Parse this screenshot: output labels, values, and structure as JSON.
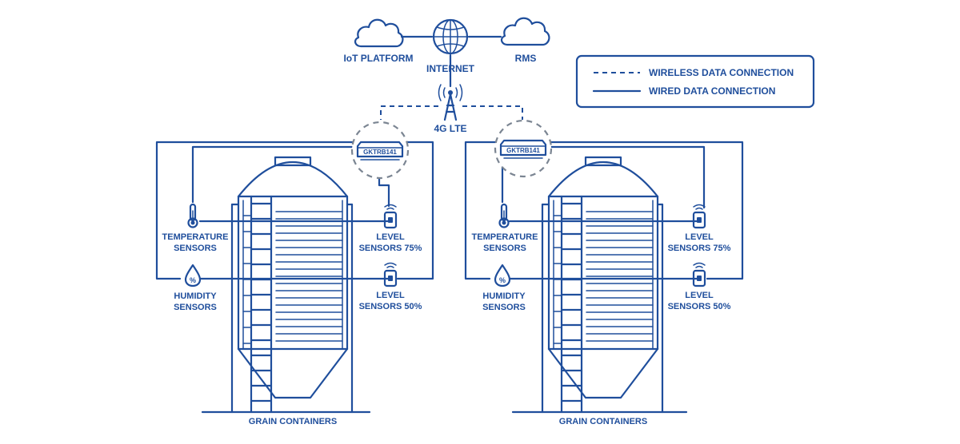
{
  "colors": {
    "primary": "#1f4e9c",
    "ring": "#7b8592",
    "background": "#ffffff"
  },
  "top": {
    "iot_label": "IoT PLATFORM",
    "internet_label": "INTERNET",
    "rms_label": "RMS",
    "lte_label": "4G LTE"
  },
  "legend": {
    "wireless_label": "WIRELESS DATA CONNECTION",
    "wired_label": "WIRED DATA CONNECTION"
  },
  "sites": [
    {
      "device_label": "GKTRB141",
      "temp_line1": "TEMPERATURE",
      "temp_line2": "SENSORS",
      "hum_line1": "HUMIDITY",
      "hum_line2": "SENSORS",
      "level75_line1": "LEVEL",
      "level75_line2": "SENSORS 75%",
      "level50_line1": "LEVEL",
      "level50_line2": "SENSORS 50%",
      "caption": "GRAIN CONTAINERS"
    },
    {
      "device_label": "GKTRB141",
      "temp_line1": "TEMPERATURE",
      "temp_line2": "SENSORS",
      "hum_line1": "HUMIDITY",
      "hum_line2": "SENSORS",
      "level75_line1": "LEVEL",
      "level75_line2": "SENSORS 75%",
      "level50_line1": "LEVEL",
      "level50_line2": "SENSORS 50%",
      "caption": "GRAIN CONTAINERS"
    }
  ],
  "icons": {
    "cloud": "cloud-icon",
    "globe": "globe-icon",
    "tower": "cell-tower-icon",
    "gateway": "gateway-device-icon",
    "thermometer": "thermometer-icon",
    "droplet": "humidity-droplet-icon",
    "level": "level-sensor-icon",
    "silo": "grain-silo"
  }
}
